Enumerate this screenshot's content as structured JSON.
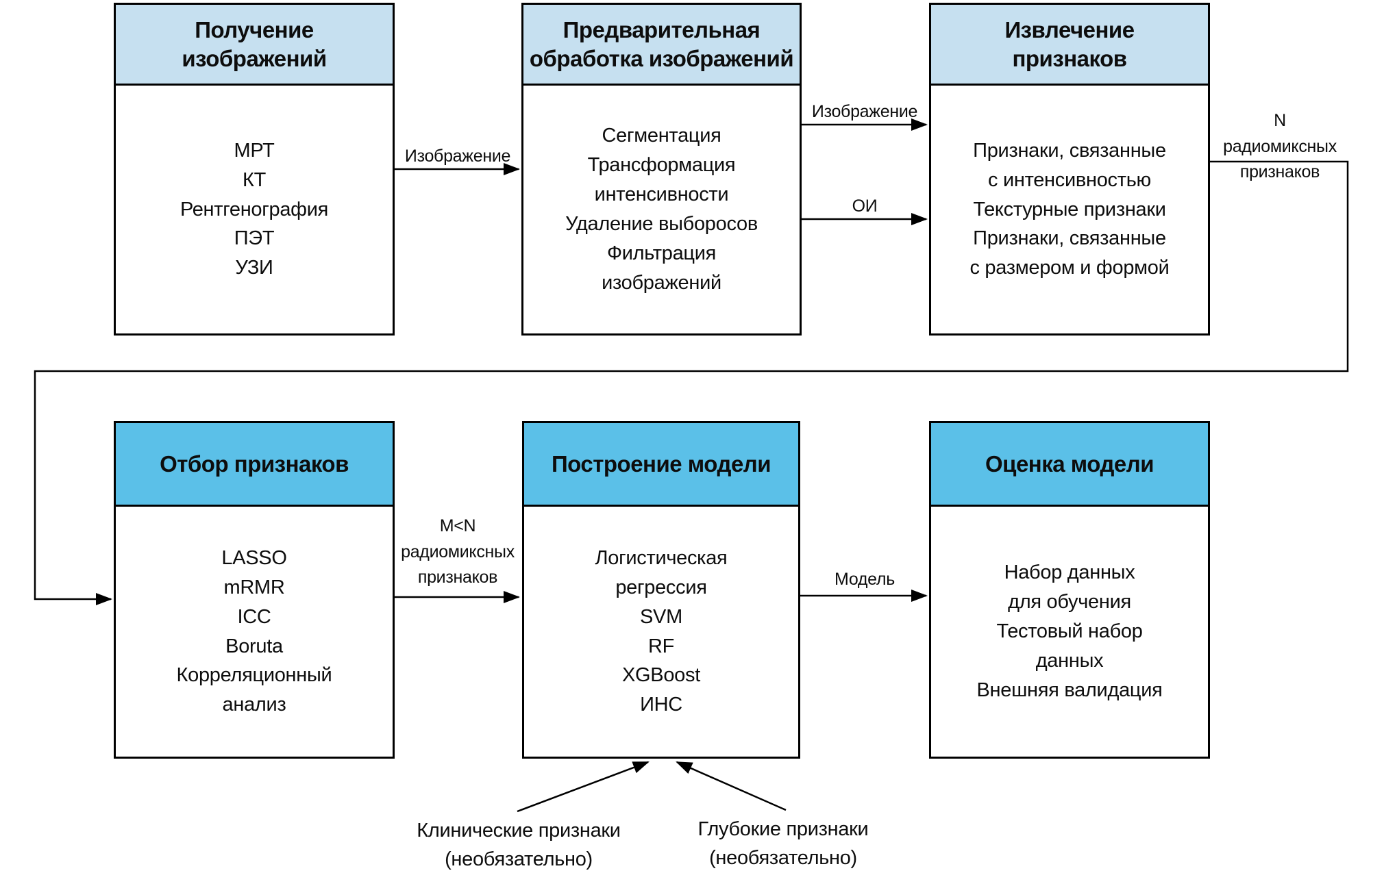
{
  "diagram": {
    "title_note": "Radiomics pipeline flowchart (Russian)",
    "colors": {
      "header_top": "#c6e0f0",
      "header_bottom": "#5bc0e8",
      "line": "#000000",
      "text": "#0d0d0d",
      "background": "#ffffff"
    },
    "boxes": [
      {
        "id": "image-acquisition",
        "title": "Получение\nизображений",
        "body": "МРТ\nКТ\nРентгенография\nПЭТ\nУЗИ"
      },
      {
        "id": "image-preprocessing",
        "title": "Предварительная\nобработка изображений",
        "body": "Сегментация\nТрансформация\nинтенсивности\nУдаление выборосов\nФильтрация\nизображений"
      },
      {
        "id": "feature-extraction",
        "title": "Извлечение\nпризнаков",
        "body": "Признаки, связанные\nс интенсивностью\nТекстурные признаки\nПризнаки, связанные\nс размером и формой"
      },
      {
        "id": "feature-selection",
        "title": "Отбор признаков",
        "body": "LASSO\nmRMR\nICC\nBoruta\nКорреляционный\nанализ"
      },
      {
        "id": "model-building",
        "title": "Построение модели",
        "body": "Логистическая\nрегрессия\nSVM\nRF\nXGBoost\nИНС"
      },
      {
        "id": "model-evaluation",
        "title": "Оценка модели",
        "body": "Набор данных\nдля обучения\nТестовый набор\nданных\nВнешняя валидация"
      }
    ],
    "arrow_labels": {
      "acquisition_to_preprocessing": "Изображение",
      "preprocessing_to_extraction_top": "Изображение",
      "preprocessing_to_extraction_bottom": "ОИ",
      "extraction_output": "N радиомиксных\nпризнаков",
      "selection_to_building": "M<N\nрадиомиксных\nпризнаков",
      "building_to_evaluation": "Модель",
      "clinical_input": "Клинические признаки\n(необязательно)",
      "deep_input": "Глубокие признаки\n(необязательно)"
    }
  }
}
